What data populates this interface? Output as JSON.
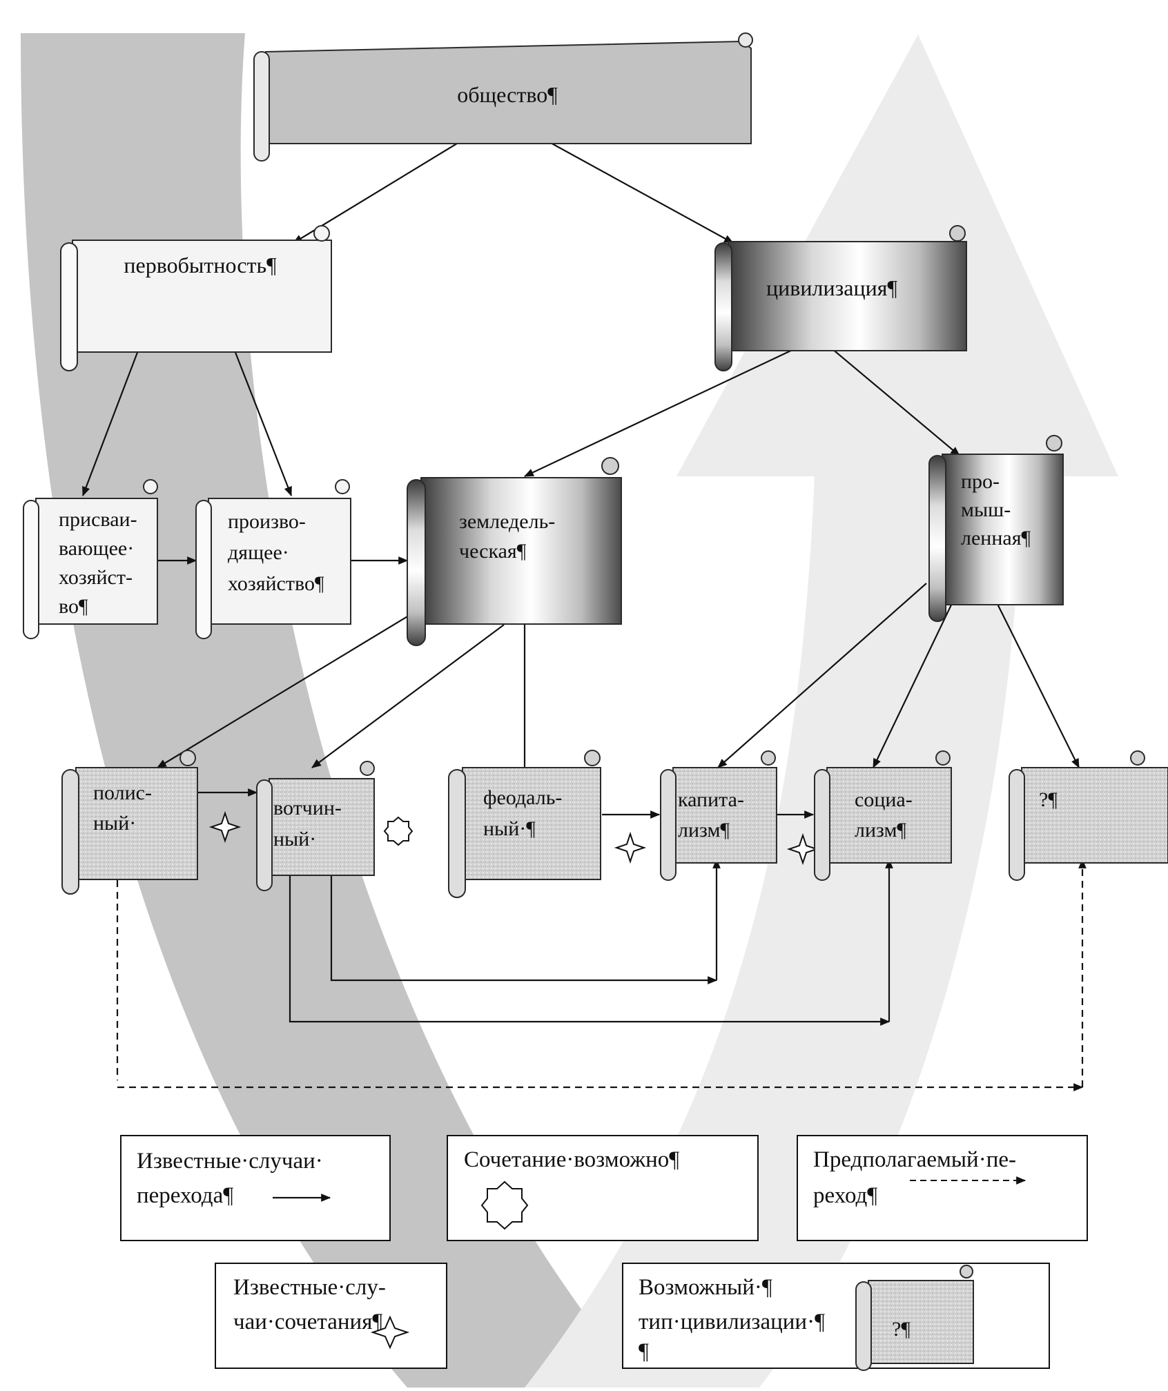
{
  "nodes": {
    "society": "общество¶",
    "primitive": "первобытность¶",
    "civilization": "цивилизация¶",
    "appropriating": [
      "присваи-",
      "вающее·",
      "хозяйст-",
      "во¶"
    ],
    "producing": [
      "произво-",
      "дящее·",
      "хозяйство¶"
    ],
    "agricultural": [
      "земледель-",
      "ческая¶"
    ],
    "industrial": [
      "про-",
      "мыш-",
      "ленная¶"
    ],
    "polis": [
      "полис-",
      "ный·"
    ],
    "votchina": [
      "вотчин-",
      "ный·"
    ],
    "feudal": [
      "феодаль-",
      "ный·¶"
    ],
    "capitalism": [
      "капита-",
      "лизм¶"
    ],
    "socialism": [
      "социа-",
      "лизм¶"
    ],
    "unknown": "?¶"
  },
  "legend": {
    "known_transition": [
      "Известные·случаи·",
      "перехода¶"
    ],
    "combination_possible": "Сочетание·возможно¶",
    "assumed_transition": [
      "Предполагаемый·пе-",
      "реход¶"
    ],
    "known_combination": [
      "Известные·слу-",
      "чаи·сочетания¶"
    ],
    "possible_type": [
      "Возможный·¶",
      "тип·цивилизации·¶",
      "¶"
    ],
    "possible_type_sample": "?¶"
  },
  "colors": {
    "background_arc": "#c4c4c4",
    "rising_arrow": "#ececec",
    "scroll_outline": "#2a2a2a",
    "primitive_fill": "#f4f4f4",
    "society_fill": "#c2c2c2",
    "stone_fill": "#d2d2d2"
  },
  "icons": [
    "arrow-icon",
    "dashed-arrow-icon",
    "combination-possible-icon",
    "known-combination-icon"
  ]
}
